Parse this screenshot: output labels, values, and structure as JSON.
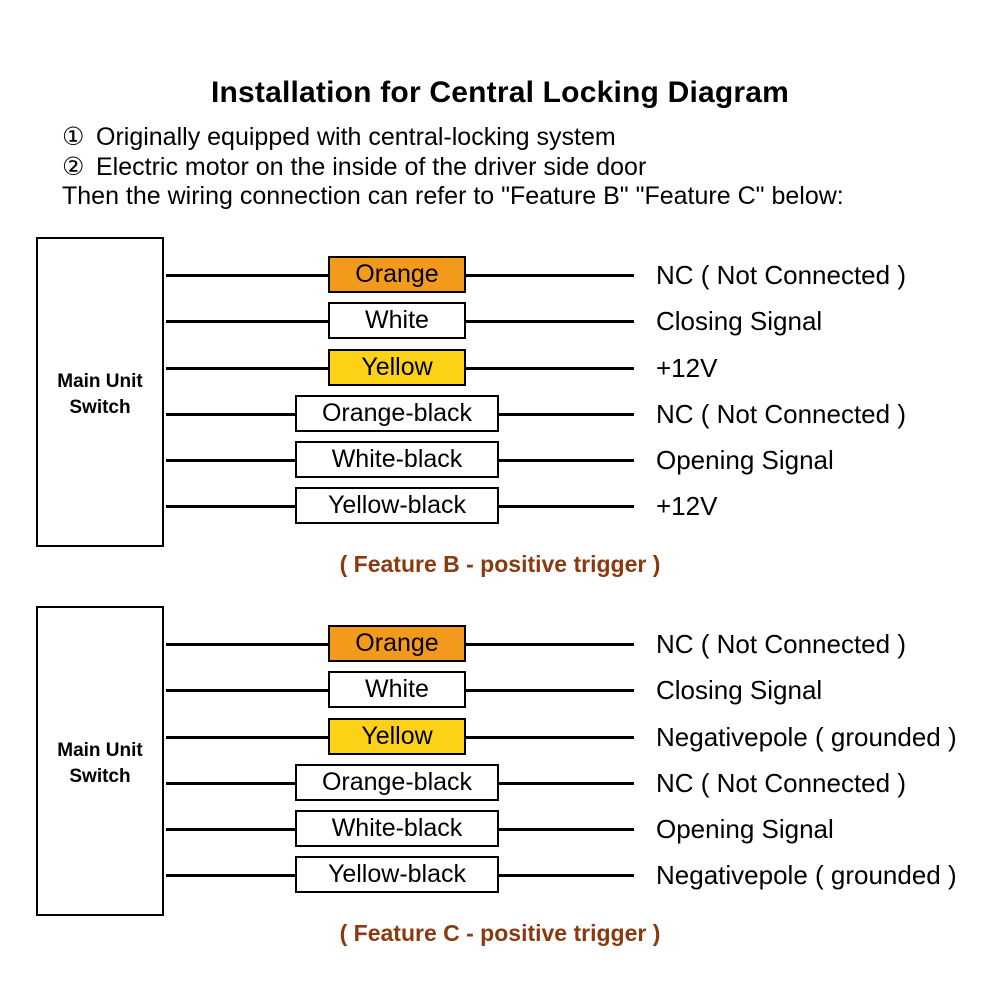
{
  "title": "Installation for Central Locking Diagram",
  "notes": [
    {
      "marker": "①",
      "text": "Originally equipped with central-locking system"
    },
    {
      "marker": "②",
      "text": "Electric motor on the inside of the driver side door"
    },
    {
      "marker": "",
      "text": "Then the wiring connection can refer to \"Feature B\" \"Feature C\" below:"
    }
  ],
  "colors": {
    "orange": "#f39a1c",
    "yellow": "#fcd116",
    "white": "#ffffff",
    "caption": "#8b3a10"
  },
  "features": [
    {
      "unit_label_line1": "Main Unit",
      "unit_label_line2": "Switch",
      "caption": "( Feature B - positive trigger )",
      "wires": [
        {
          "color_name": "Orange",
          "fill": "orange",
          "function": "NC ( Not Connected )"
        },
        {
          "color_name": "White",
          "fill": "white",
          "function": "Closing Signal"
        },
        {
          "color_name": "Yellow",
          "fill": "yellow",
          "function": "+12V"
        },
        {
          "color_name": "Orange-black",
          "fill": "white",
          "function": "NC ( Not Connected )"
        },
        {
          "color_name": "White-black",
          "fill": "white",
          "function": "Opening Signal"
        },
        {
          "color_name": "Yellow-black",
          "fill": "white",
          "function": "+12V"
        }
      ]
    },
    {
      "unit_label_line1": "Main Unit",
      "unit_label_line2": "Switch",
      "caption": "( Feature C - positive trigger )",
      "wires": [
        {
          "color_name": "Orange",
          "fill": "orange",
          "function": "NC ( Not Connected )"
        },
        {
          "color_name": "White",
          "fill": "white",
          "function": "Closing Signal"
        },
        {
          "color_name": "Yellow",
          "fill": "yellow",
          "function": "Negativepole ( grounded )"
        },
        {
          "color_name": "Orange-black",
          "fill": "white",
          "function": "NC ( Not Connected )"
        },
        {
          "color_name": "White-black",
          "fill": "white",
          "function": "Opening Signal"
        },
        {
          "color_name": "Yellow-black",
          "fill": "white",
          "function": "Negativepole ( grounded )"
        }
      ]
    }
  ]
}
